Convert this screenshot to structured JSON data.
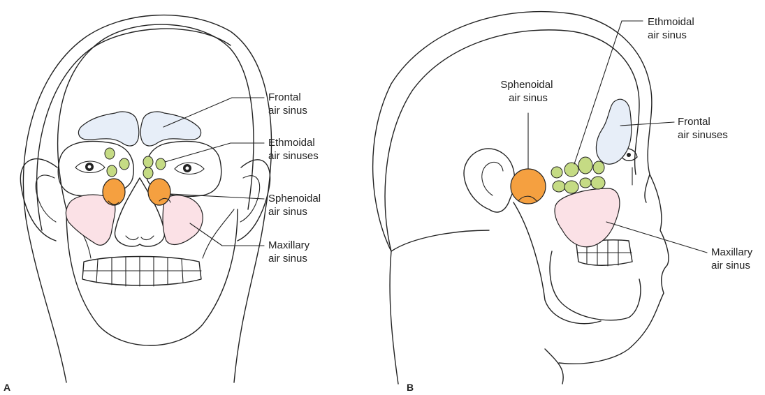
{
  "colors": {
    "frontal": "#e7eef8",
    "ethmoidal": "#c5db84",
    "sphenoidal": "#f5a040",
    "maxillary": "#fbe1e6",
    "outline": "#222222"
  },
  "panel_a": {
    "tag": "A",
    "labels": {
      "frontal": [
        "Frontal",
        "air sinus"
      ],
      "ethmoidal": [
        "Ethmoidal",
        "air sinuses"
      ],
      "sphenoidal": [
        "Sphenoidal",
        "air sinus"
      ],
      "maxillary": [
        "Maxillary",
        "air sinus"
      ]
    }
  },
  "panel_b": {
    "tag": "B",
    "labels": {
      "ethmoidal": [
        "Ethmoidal",
        "air sinus"
      ],
      "sphenoidal": [
        "Sphenoidal",
        "air sinus"
      ],
      "frontal": [
        "Frontal",
        "air sinuses"
      ],
      "maxillary": [
        "Maxillary",
        "air sinus"
      ]
    }
  }
}
